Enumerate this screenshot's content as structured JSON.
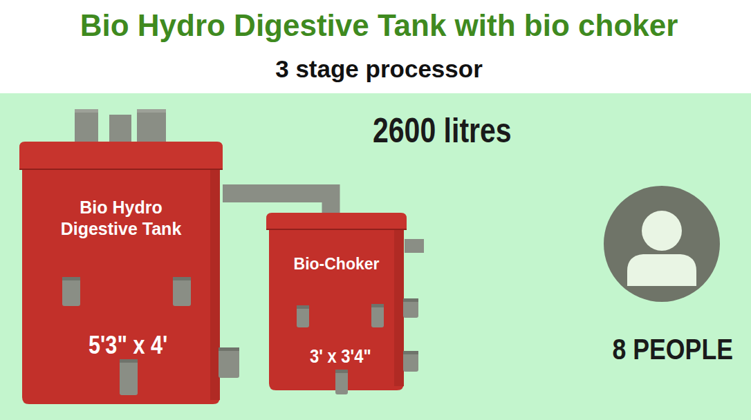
{
  "diagram": {
    "title": "Bio Hydro Digestive Tank with bio choker",
    "nodes": [
      {
        "text": [
          "Bio Hydro Digestive Tank",
          "5'3\" x 4'"
        ]
      },
      {
        "text": [
          "Bio-Choker",
          "3' x 3'4\""
        ]
      }
    ],
    "edges": [
      {
        "from": 0,
        "to": 1,
        "arrow": "none"
      }
    ],
    "labels": [
      "3 stage processor",
      "2600 litres",
      "8 PEOPLE"
    ]
  }
}
